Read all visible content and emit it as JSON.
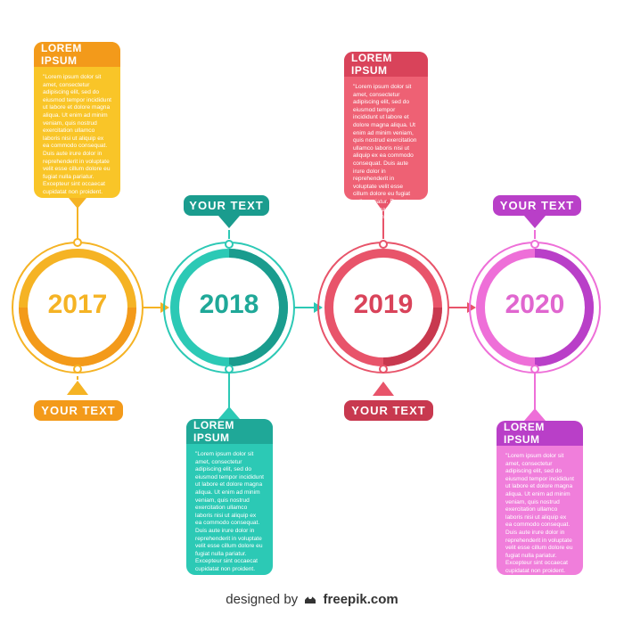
{
  "lorem_text": "\"Lorem ipsum dolor sit amet, consectetur adipiscing elit, sed do eiusmod tempor incididunt ut labore et dolore magna aliqua. Ut enim ad minim veniam, quis nostrud exercitation ullamco laboris nisi ut aliquip ex ea commodo consequat. Duis aute irure dolor in reprehenderit in voluptate velit esse cillum dolore eu fugiat nulla pariatur. Excepteur sint occaecat cupidatat non proident.",
  "milestones": [
    {
      "year": "2017",
      "card_title": "LOREM IPSUM",
      "label": "YOUR TEXT",
      "color": "#F5B324",
      "color_dark": "#F39A1A"
    },
    {
      "year": "2018",
      "card_title": "LOREM IPSUM",
      "label": "YOUR TEXT",
      "color": "#2CC9B5",
      "color_dark": "#1A9C8E"
    },
    {
      "year": "2019",
      "card_title": "LOREM IPSUM",
      "label": "YOUR TEXT",
      "color": "#E8546A",
      "color_dark": "#C8394F"
    },
    {
      "year": "2020",
      "card_title": "LOREM IPSUM",
      "label": "YOUR TEXT",
      "color": "#EE6FD8",
      "color_dark": "#B93FC8"
    }
  ],
  "footer": {
    "prefix": "designed by",
    "brand": "freepik.com",
    "icon": "freepik-logo-icon"
  }
}
